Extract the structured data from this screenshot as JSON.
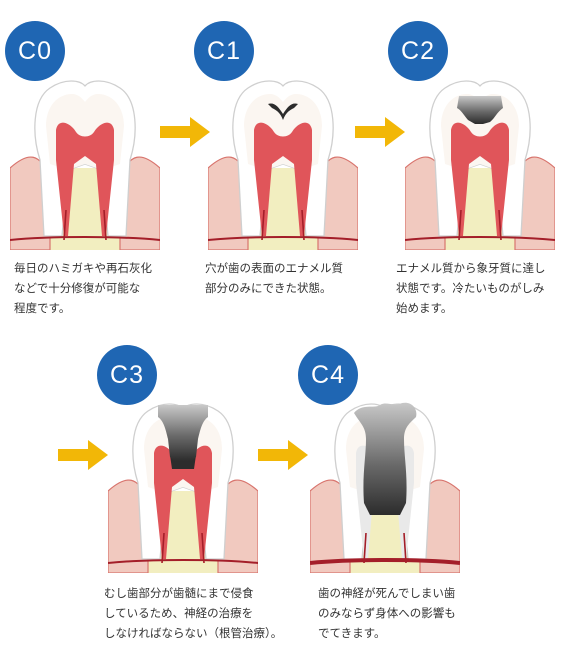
{
  "colors": {
    "badge": "#1f66b3",
    "arrow": "#f2b707",
    "gum": "#f1c9bf",
    "gum_line": "#d8746d",
    "bone": "#f2eec0",
    "enamel": "#ffffff",
    "dentin": "#fbf6f1",
    "pulp": "#e0555a",
    "nerve": "#a41e29",
    "decay": "#2c2c2c"
  },
  "stages": [
    {
      "label": "C0",
      "description": "毎日のハミガキや再石灰化\nなどで十分修復が可能な\n程度です。",
      "decay_level": 0
    },
    {
      "label": "C1",
      "description": "穴が歯の表面のエナメル質\n部分のみにできた状態。",
      "decay_level": 1
    },
    {
      "label": "C2",
      "description": "エナメル質から象牙質に達し\n状態です。冷たいものがしみ\n始めます。",
      "decay_level": 2
    },
    {
      "label": "C3",
      "description": "むし歯部分が歯髄にまで侵食\nしているため、神経の治療を\nしなければならない（根管治療）。",
      "decay_level": 3
    },
    {
      "label": "C4",
      "description": "歯の神経が死んでしまい歯\nのみならず身体への影響も\nでてきます。",
      "decay_level": 4
    }
  ]
}
